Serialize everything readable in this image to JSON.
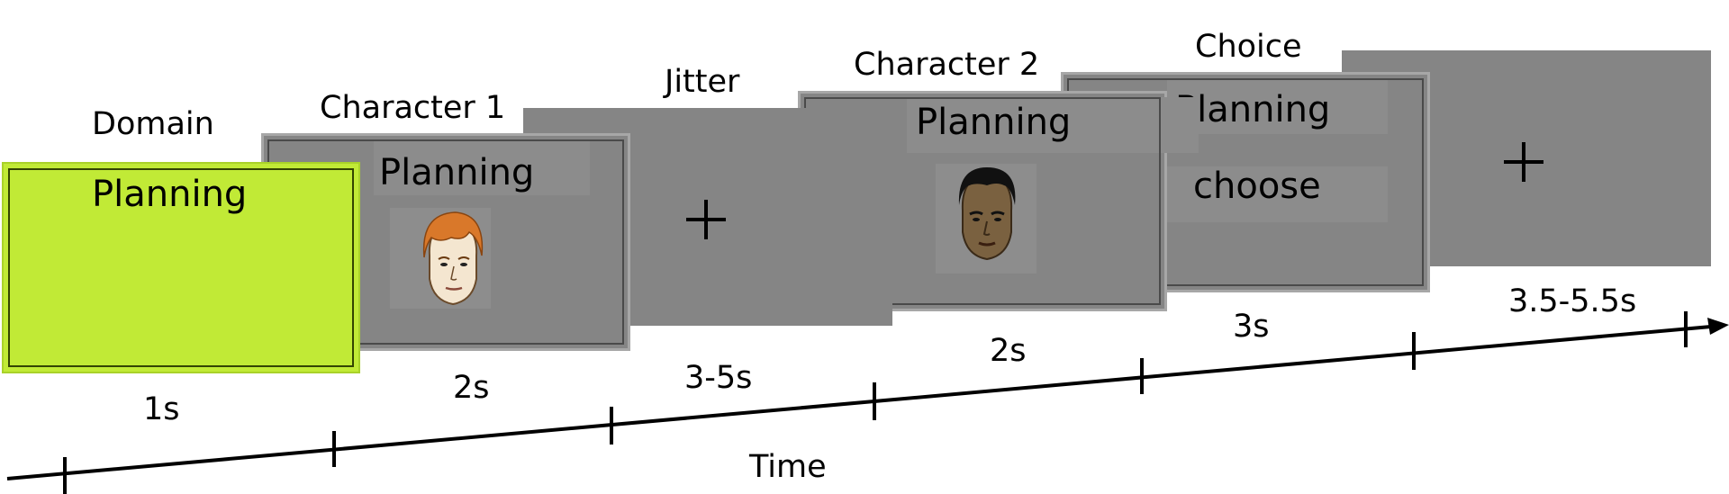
{
  "stages": [
    {
      "label": "Domain",
      "word": "Planning",
      "duration": "1s"
    },
    {
      "label": "Character 1",
      "word": "Planning",
      "duration": "2s"
    },
    {
      "label": "Jitter",
      "duration": "3-5s"
    },
    {
      "label": "Character 2",
      "word": "Planning",
      "duration": "2s"
    },
    {
      "label": "Choice",
      "word": "Planning",
      "word2": "choose",
      "duration": "3s"
    },
    {
      "duration": "3.5-5.5s"
    }
  ],
  "axis": {
    "label": "Time"
  },
  "colors": {
    "domain_screen": "#c1ea36",
    "gray_screen": "#858585",
    "axis": "#000000"
  },
  "icons": [
    "fixation-cross-icon",
    "face-light-skin-icon",
    "face-dark-skin-icon"
  ]
}
